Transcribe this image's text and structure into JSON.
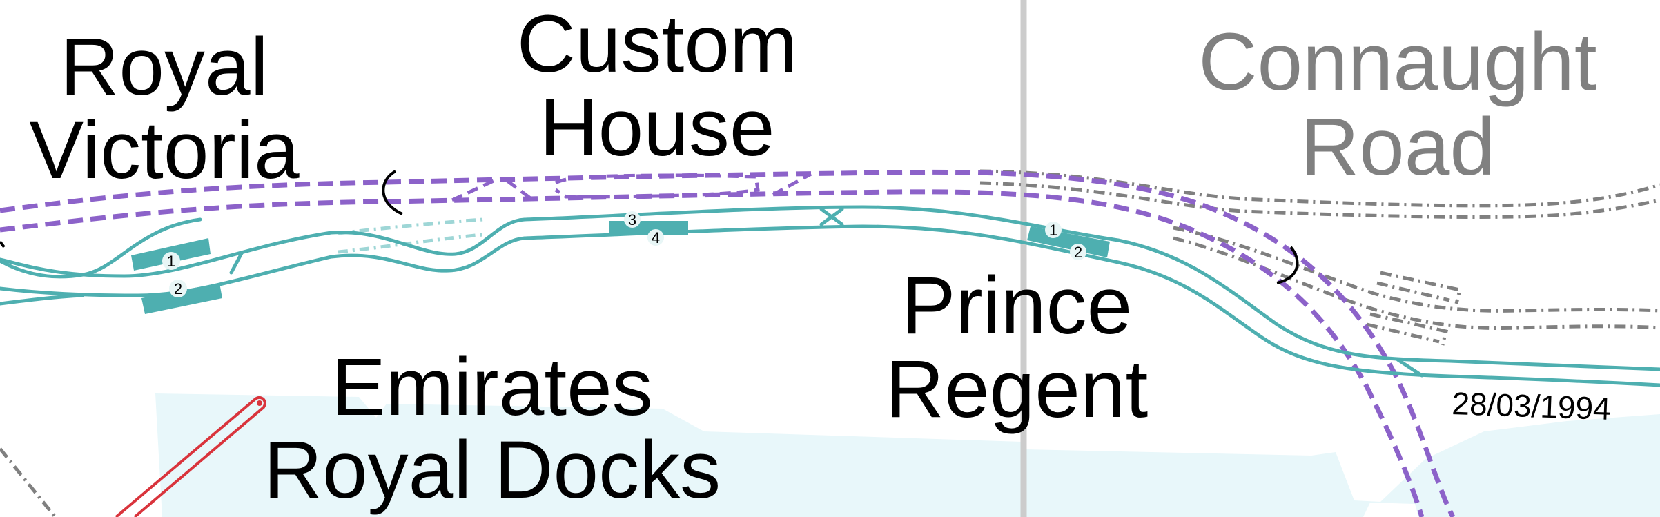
{
  "map": {
    "stations": [
      {
        "id": "royal-victoria",
        "lines": [
          "Royal",
          "Victoria"
        ],
        "status": "open"
      },
      {
        "id": "custom-house",
        "lines": [
          "Custom",
          "House"
        ],
        "status": "open"
      },
      {
        "id": "connaught-road",
        "lines": [
          "Connaught",
          "Road"
        ],
        "status": "closed"
      },
      {
        "id": "prince-regent",
        "lines": [
          "Prince",
          "Regent"
        ],
        "status": "open"
      },
      {
        "id": "emirates-royal-docks",
        "lines": [
          "Emirates",
          "Royal Docks"
        ],
        "status": "cable-car"
      }
    ],
    "platforms": {
      "royal_victoria": [
        "1",
        "2"
      ],
      "custom_house": [
        "3",
        "4"
      ],
      "prince_regent": [
        "1",
        "2"
      ]
    },
    "closure_date": "28/03/1994",
    "colors": {
      "dlr": "#4eafb0",
      "elizabeth_line": "#8c62c9",
      "disused": "#808080",
      "cable_car": "#d9343c",
      "water": "#e8f7fa",
      "zone_boundary": "#cccccc"
    },
    "legend_semantics": {
      "dlr_track": "DLR track (solid teal)",
      "dlr_disused": "former DLR alignment (light teal dash-dot)",
      "elizabeth_line": "Elizabeth line tunnel (purple dashed)",
      "disused_rail": "disused railway (grey dash-dot)",
      "tunnel_portal": "tunnel portal (black arc)",
      "cable_car": "IFS cable car (red)",
      "zone_boundary": "fare zone boundary (grey vertical)"
    }
  }
}
